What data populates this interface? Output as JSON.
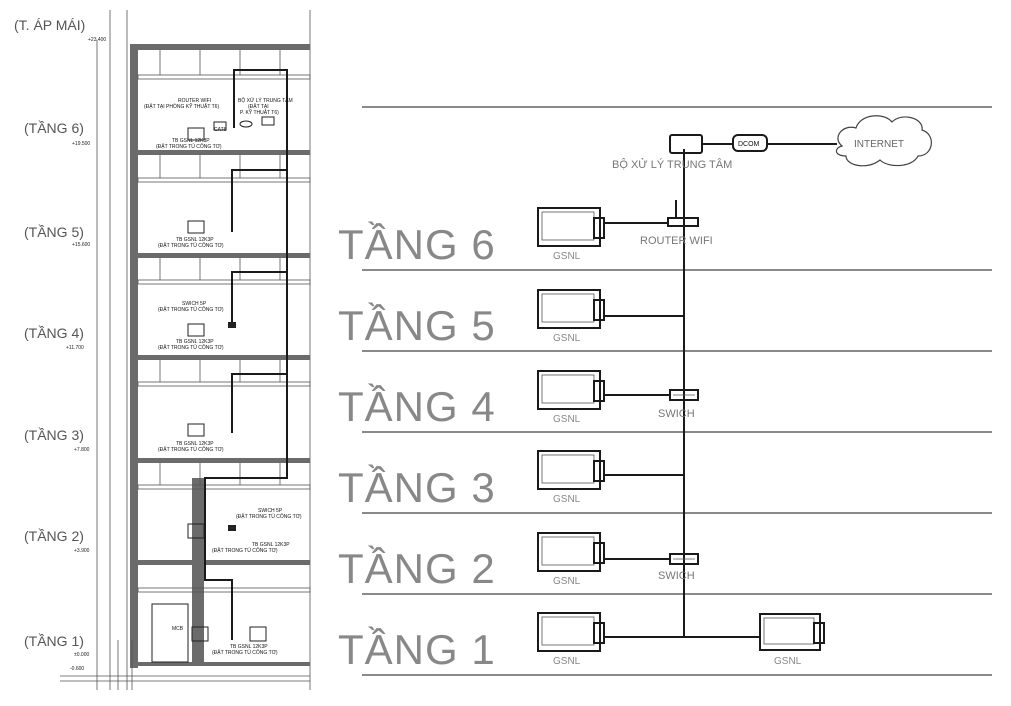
{
  "section": {
    "roof_label": "(T. ÁP MÁI)",
    "floors": [
      {
        "label": "(TẦNG 6)",
        "elevation": "+19.500"
      },
      {
        "label": "(TẦNG 5)",
        "elevation": "+15.600"
      },
      {
        "label": "(TẦNG 4)",
        "elevation": "+11.700"
      },
      {
        "label": "(TẦNG 3)",
        "elevation": "+7.800"
      },
      {
        "label": "(TẦNG 2)",
        "elevation": "+3.900"
      },
      {
        "label": "(TẦNG 1)",
        "elevation": "±0.000"
      }
    ],
    "roof_elevation": "+23.400",
    "ground_elevation": "-0.600",
    "notes": {
      "router": [
        "ROUTER WIFI",
        "(ĐẶT TẠI PHÒNG KỸ THUẬT T6)"
      ],
      "cpu": [
        "BỘ XỬ LÝ TRUNG TÂM",
        "(ĐẶT TẠI",
        "P. KỸ THUẬT T6)"
      ],
      "cat6": "CAT6",
      "meter": [
        "TB GSNL 12K3P",
        "(ĐẶT TRONG TỦ CÔNG TƠ)"
      ],
      "switch": [
        "SWICH 5P",
        "(ĐẶT TRONG TỦ CÔNG TƠ)"
      ],
      "mcb": "MCB"
    }
  },
  "schematic": {
    "floor_titles": [
      "TẦNG 6",
      "TẦNG 5",
      "TẦNG 4",
      "TẦNG 3",
      "TẦNG 2",
      "TẦNG 1"
    ],
    "cpu_label": "BỘ XỬ LÝ TRUNG TÂM",
    "router_label": "ROUTER WIFI",
    "switch_label": "SWICH",
    "gsnl_label": "GSNL",
    "dcom_label": "DCOM",
    "internet_label": "INTERNET"
  },
  "colors": {
    "line": "#1a1a1a",
    "floor_line": "#8a8a8a",
    "title_text": "#888888",
    "wall_fill": "#6b6b6b"
  }
}
